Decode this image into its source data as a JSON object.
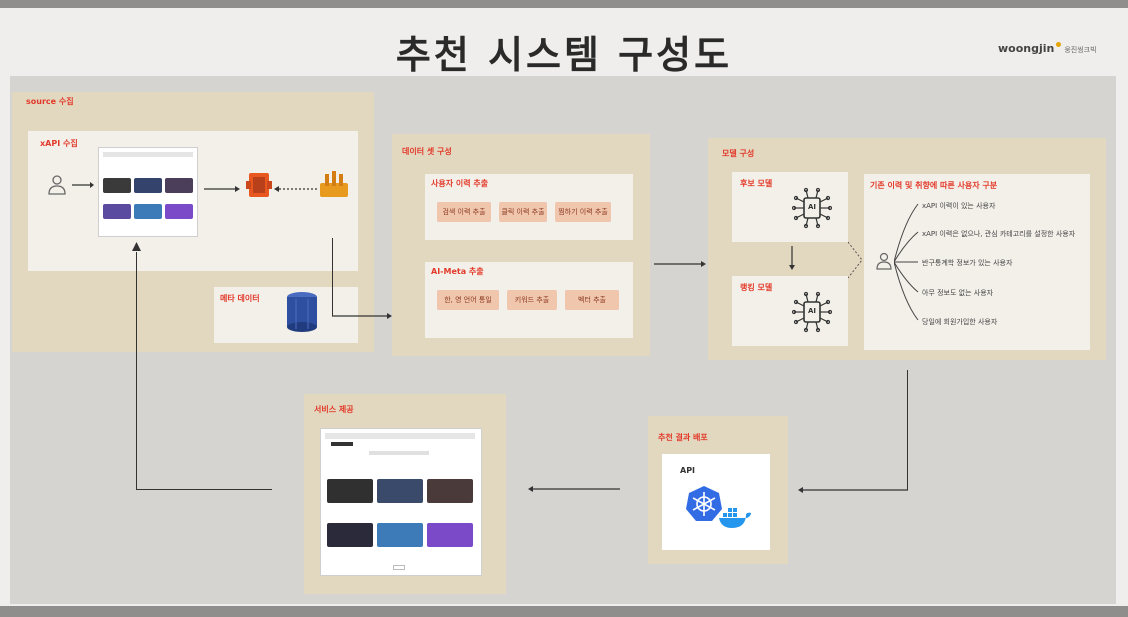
{
  "title": "추천 시스템 구성도",
  "logo": {
    "name": "woongjin",
    "sub": "웅진씽크빅"
  },
  "source": {
    "label": "source 수집",
    "xapi_label": "xAPI 수집",
    "meta_label": "메타 데이터"
  },
  "dataset": {
    "label": "데이터 셋 구성",
    "user_history": {
      "label": "사용자 이력 추출",
      "items": [
        "검색 이력 추출",
        "클릭 이력 추출",
        "찜하기 이력 추출"
      ]
    },
    "ai_meta": {
      "label": "AI-Meta 추출",
      "items": [
        "한, 영 언어 통일",
        "키워드 추출",
        "벡터 추출"
      ]
    }
  },
  "model": {
    "label": "모델 구성",
    "candidate_label": "후보 모델",
    "ranking_label": "랭킹 모델",
    "ai_text": "AI",
    "segment_title": "기존 이력 및 취향에 따른 사용자 구분",
    "segments": [
      "xAPI 이력이 있는 사용자",
      "xAPI 이력은 없으나, 관심 카테고리를 설정한 사용자",
      "반구통계학 정보가 있는 사용자",
      "아무 정보도 없는 사용자",
      "당일에 회원가입한 사용자"
    ]
  },
  "deploy": {
    "label": "추천 결과 배포",
    "api_label": "API"
  },
  "service": {
    "label": "서비스 제공"
  },
  "colors": {
    "panel": "#e2d7bf",
    "card": "#f3f0ea",
    "accent_red": "#e23a2a",
    "pill": "#f0c6ac",
    "aws_orange": "#e8571f",
    "redshift_blue": "#2e4fa0",
    "k8s_blue": "#326ce5",
    "docker_blue": "#2496ed"
  },
  "icons": [
    "user-icon",
    "aws-s3-icon",
    "aws-kinesis-icon",
    "redshift-icon",
    "ai-chip-icon",
    "kubernetes-icon",
    "docker-icon"
  ]
}
